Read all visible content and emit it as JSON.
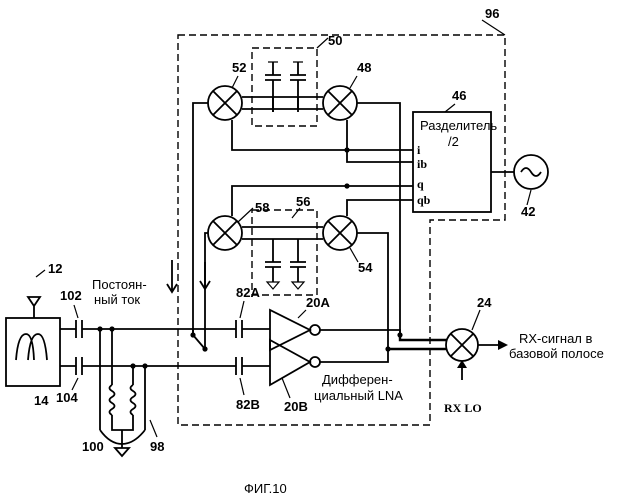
{
  "refs": {
    "r96": "96",
    "r50": "50",
    "r52": "52",
    "r48": "48",
    "r46": "46",
    "r56": "56",
    "r58": "58",
    "r54": "54",
    "r42": "42",
    "r24": "24",
    "r12": "12",
    "r14": "14",
    "r102": "102",
    "r104": "104",
    "r82A": "82A",
    "r82B": "82B",
    "r20A": "20A",
    "r20B": "20B",
    "r100": "100",
    "r98": "98"
  },
  "divider": {
    "line1": "Разделитель",
    "line2": "/2"
  },
  "ports": {
    "i": "i",
    "ib": "ib",
    "q": "q",
    "qb": "qb"
  },
  "dc_label": {
    "line1": "Постоян-",
    "line2": "ный ток"
  },
  "lna_label": {
    "line1": "Дифферен-",
    "line2": "циальный LNA"
  },
  "output_label": {
    "line1": "RX-сигнал в",
    "line2": "базовой полосе"
  },
  "rx_lo": "RX LO",
  "figure_caption": "ФИГ.10"
}
